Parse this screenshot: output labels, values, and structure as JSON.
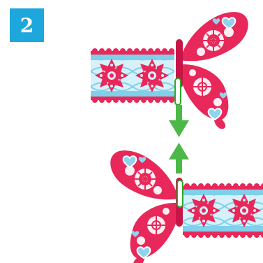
{
  "step": {
    "number": "2"
  },
  "colors": {
    "badge": "#1ea7dd",
    "butterfly": "#e8285a",
    "butterfly_dark": "#c81448",
    "band_blue": "#7fd0ea",
    "band_light": "#d7f1fa",
    "band_pink": "#e8285a",
    "heart": "#8fd4ef",
    "arrow": "#4cb848",
    "tab_green": "#2faa2a"
  },
  "illustration": {
    "top_piece": {
      "icon": "butterfly-with-lace-band-icon"
    },
    "bottom_piece": {
      "icon": "butterfly-with-lace-band-icon"
    },
    "arrows": {
      "icon": "join-arrows-icon",
      "directions": [
        "down",
        "up"
      ]
    }
  }
}
